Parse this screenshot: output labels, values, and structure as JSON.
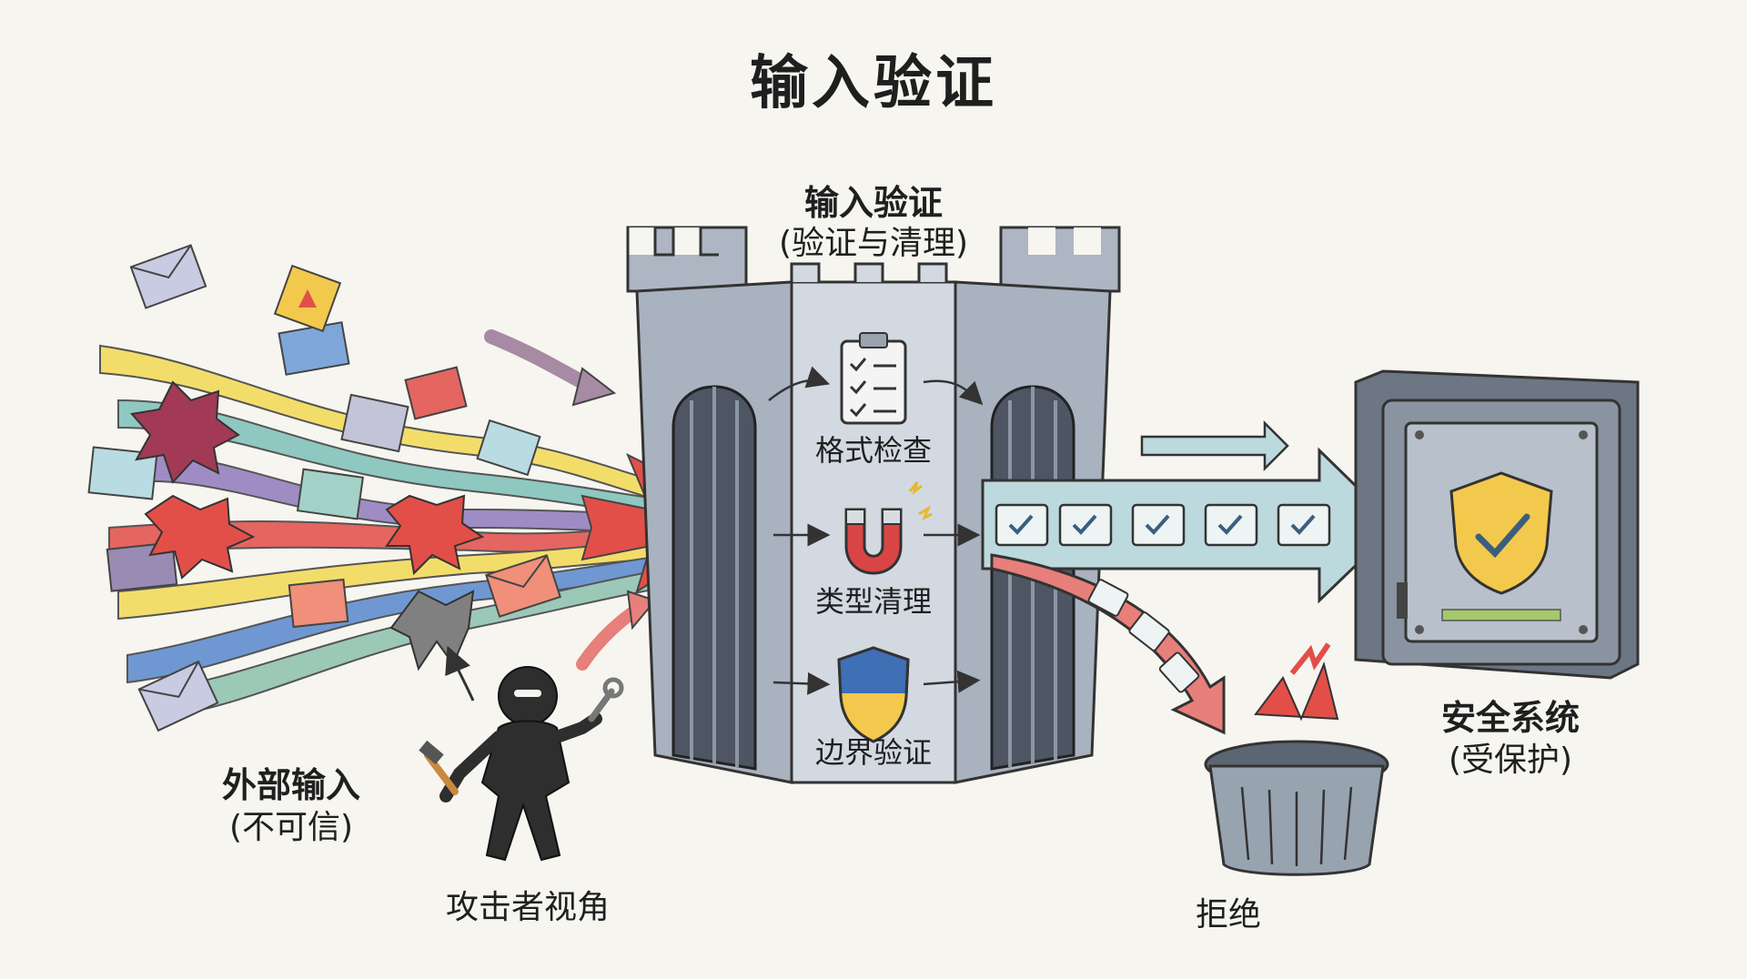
{
  "title": "输入验证",
  "fortress": {
    "title": "输入验证",
    "subtitle": "(验证与清理)",
    "steps": [
      {
        "label": "格式检查",
        "icon": "clipboard-checklist-icon"
      },
      {
        "label": "类型清理",
        "icon": "magnet-icon"
      },
      {
        "label": "边界验证",
        "icon": "shield-icon"
      }
    ]
  },
  "external_input": {
    "title": "外部输入",
    "subtitle": "(不可信)"
  },
  "attacker": {
    "label": "攻击者视角",
    "icon": "hacker-figure-icon"
  },
  "reject": {
    "label": "拒绝",
    "icon": "trash-can-icon"
  },
  "secure_system": {
    "title": "安全系统",
    "subtitle": "(受保护)",
    "icon": "safe-shield-check-icon"
  },
  "colors": {
    "background": "#f6f5f0",
    "stone": "#b9c1cc",
    "stone_dark": "#7e8896",
    "valid_flow": "#bcd9de",
    "reject_flow": "#e77f7a",
    "shield_yellow": "#f2c94c",
    "shield_blue": "#3f6fb5",
    "malicious_red": "#d94545",
    "safe_bar": "#a5c96a"
  }
}
